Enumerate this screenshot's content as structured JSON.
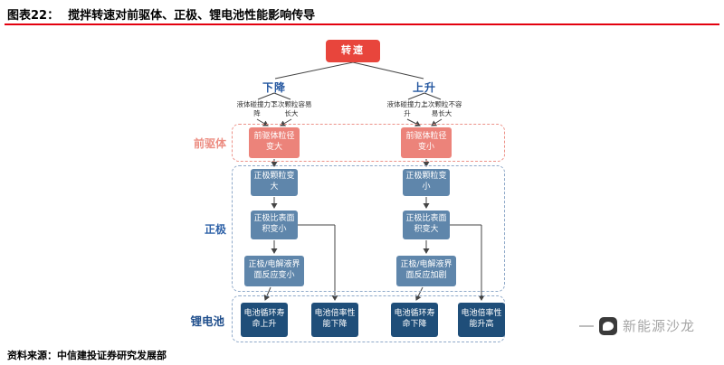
{
  "header": {
    "figure_label": "图表22：",
    "title": "搅拌转速对前驱体、正极、锂电池性能影响传导"
  },
  "flow": {
    "root": "转速",
    "branch_left": "下降",
    "branch_right": "上升",
    "note_left_1": "液体碰撞力下降",
    "note_left_2": "二次颗粒容易长大",
    "note_right_1": "液体碰撞力上升",
    "note_right_2": "二次颗粒不容易长大",
    "group_precursor_label": "前驱体",
    "group_cathode_label": "正极",
    "group_battery_label": "锂电池",
    "precursor_left": "前驱体粒径变大",
    "precursor_right": "前驱体粒径变小",
    "cathode_left_1": "正极颗粒变大",
    "cathode_left_2": "正极比表面积变小",
    "cathode_left_3": "正极/电解液界面反应变小",
    "cathode_right_1": "正极颗粒变小",
    "cathode_right_2": "正极比表面积变大",
    "cathode_right_3": "正极/电解液界面反应加剧",
    "battery_left_1": "电池循环寿命上升",
    "battery_left_2": "电池倍率性能下降",
    "battery_right_1": "电池循环寿命下降",
    "battery_right_2": "电池倍率性能升高"
  },
  "footer": {
    "source": "资料来源：中信建投证券研究发展部",
    "watermark": "新能源沙龙"
  },
  "colors": {
    "title_rule_red": "#e3000f",
    "root_node_red": "#e8453c",
    "precursor_salmon": "#ec837a",
    "cathode_steel_blue": "#5f86ab",
    "battery_navy": "#1f4e79",
    "branch_text_blue": "#2457a0",
    "connector_gray": "#444444"
  }
}
